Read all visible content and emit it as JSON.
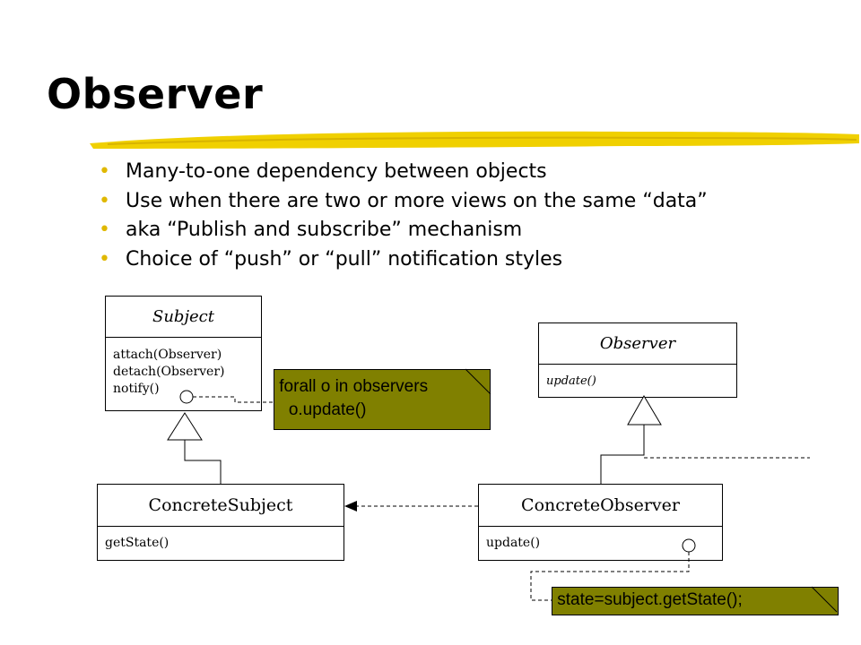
{
  "slide": {
    "title": "Observer",
    "bullets": [
      "Many-to-one dependency between objects",
      "Use when there are two or more views on the same “data”",
      "aka “Publish and subscribe” mechanism",
      "Choice of “push” or “pull” notification styles"
    ],
    "bullet_symbol": "•"
  },
  "diagram": {
    "subject": {
      "name": "Subject",
      "ops": "attach(Observer)\ndetach(Observer)\nnotify()"
    },
    "observer": {
      "name": "Observer",
      "ops": "update()"
    },
    "concrete_subject": {
      "name": "ConcreteSubject",
      "ops": "getState()"
    },
    "concrete_observer": {
      "name": "ConcreteObserver",
      "ops": "update()"
    },
    "note_notify": " forall o in observers\n   o.update()",
    "note_update": " state=subject.getState();"
  },
  "colors": {
    "accent_brush": "#f0d000",
    "bullet": "#e0b800",
    "note_fill": "#808000"
  }
}
